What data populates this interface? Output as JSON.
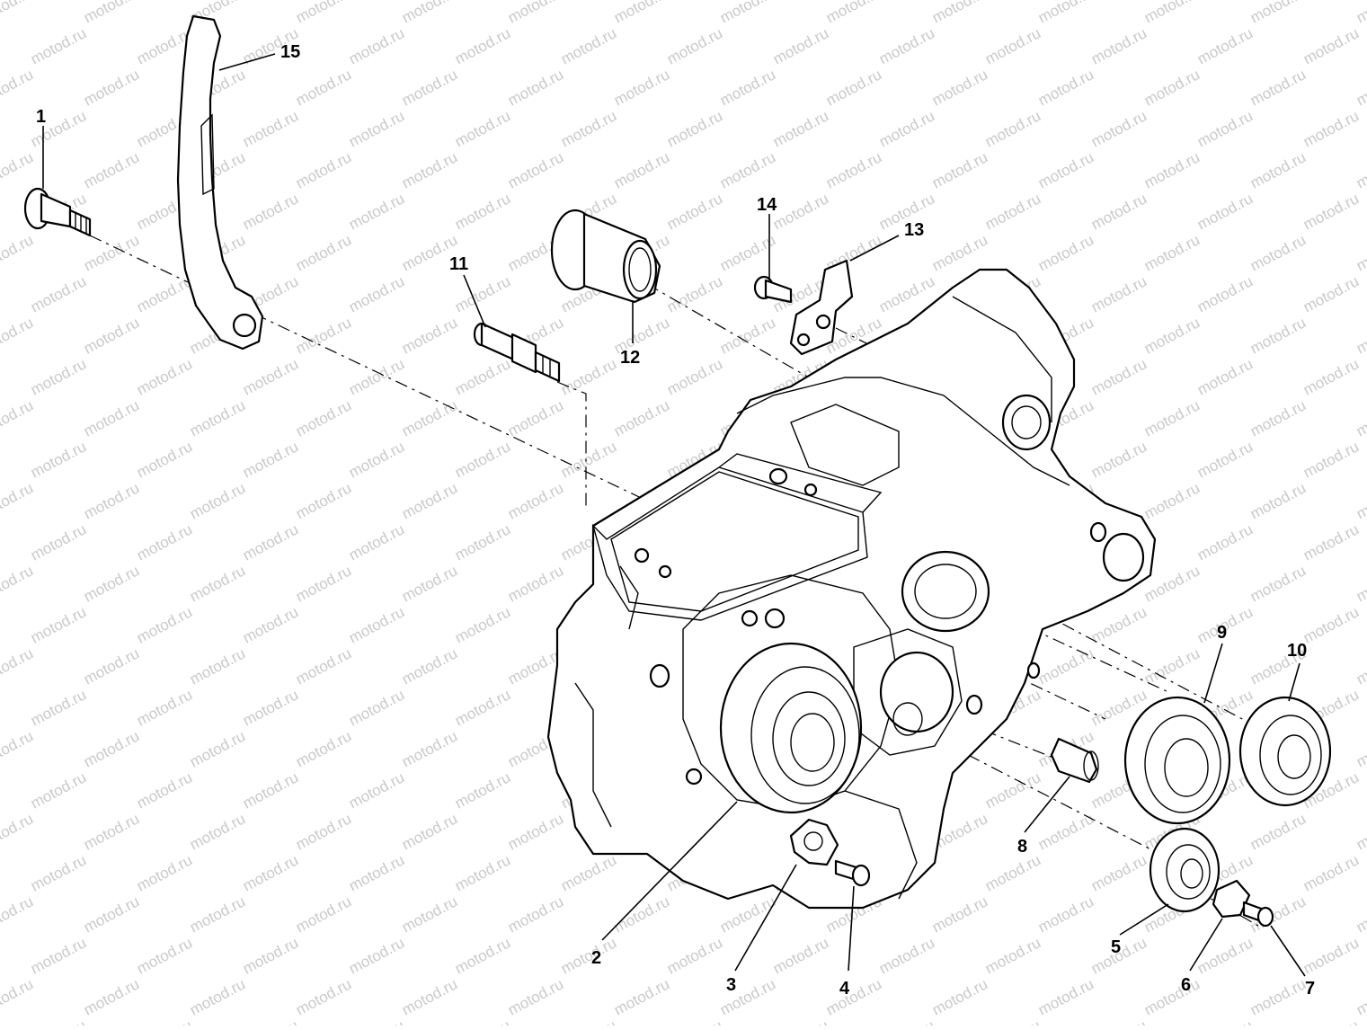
{
  "watermark": {
    "text": "motod.ru",
    "color": "#c9c9c9"
  },
  "callouts": [
    {
      "id": "1",
      "label": "1"
    },
    {
      "id": "2",
      "label": "2"
    },
    {
      "id": "3",
      "label": "3"
    },
    {
      "id": "4",
      "label": "4"
    },
    {
      "id": "5",
      "label": "5"
    },
    {
      "id": "6",
      "label": "6"
    },
    {
      "id": "7",
      "label": "7"
    },
    {
      "id": "8",
      "label": "8"
    },
    {
      "id": "9",
      "label": "9"
    },
    {
      "id": "10",
      "label": "10"
    },
    {
      "id": "11",
      "label": "11"
    },
    {
      "id": "12",
      "label": "12"
    },
    {
      "id": "13",
      "label": "13"
    },
    {
      "id": "14",
      "label": "14"
    },
    {
      "id": "15",
      "label": "15"
    }
  ]
}
